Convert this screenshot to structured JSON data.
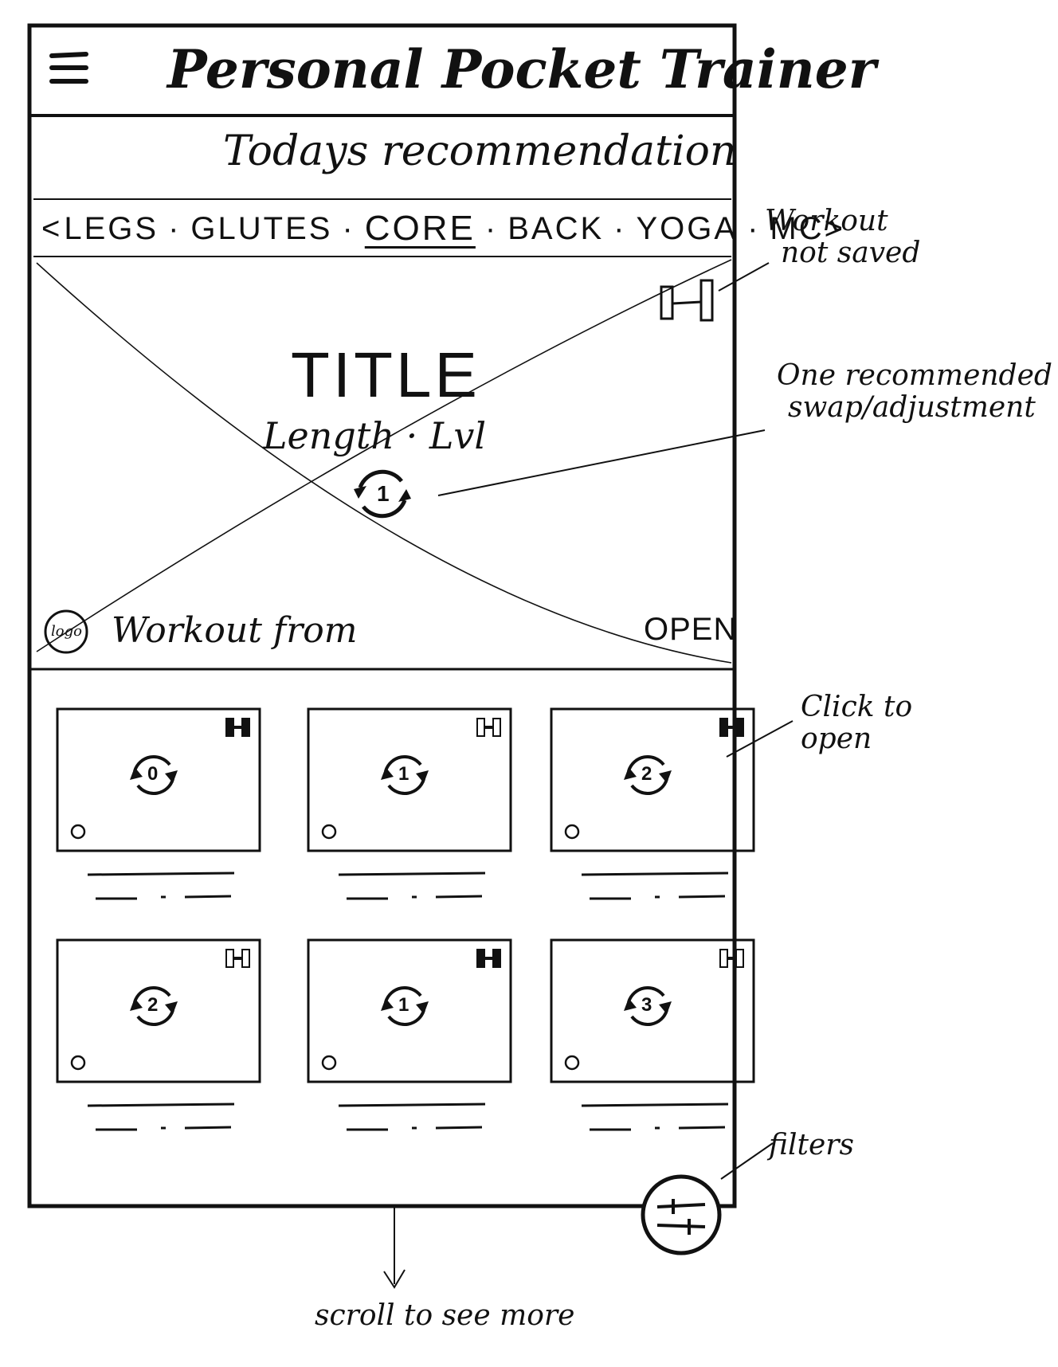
{
  "app": {
    "title": "Personal Pocket Trainer"
  },
  "section": {
    "heading": "Todays recommendation"
  },
  "tabs": {
    "prev": "<",
    "next": ">",
    "items": [
      {
        "label": "LEGS",
        "selected": false
      },
      {
        "label": "GLUTES",
        "selected": false
      },
      {
        "label": "CORE",
        "selected": true
      },
      {
        "label": "BACK",
        "selected": false
      },
      {
        "label": "YOGA",
        "selected": false
      },
      {
        "label": "MC",
        "selected": false
      }
    ],
    "separator": "·"
  },
  "featured": {
    "title": "TITLE",
    "meta": "Length · Lvl",
    "swap_count": "1",
    "logo": "logo",
    "source": "Workout from",
    "open": "OPEN",
    "saved": false
  },
  "cards": [
    {
      "swap_count": "0",
      "saved": true
    },
    {
      "swap_count": "1",
      "saved": false
    },
    {
      "swap_count": "2",
      "saved": true
    },
    {
      "swap_count": "2",
      "saved": false
    },
    {
      "swap_count": "1",
      "saved": true
    },
    {
      "swap_count": "3",
      "saved": false
    }
  ],
  "notes": {
    "not_saved": [
      "Workout",
      "not saved"
    ],
    "swap": [
      "One recommended",
      "swap/adjustment"
    ],
    "click": [
      "Click to",
      "open"
    ],
    "filters": "filters",
    "scroll": "scroll to see more"
  },
  "colors": {
    "ink": "#111111",
    "paper": "#ffffff"
  }
}
